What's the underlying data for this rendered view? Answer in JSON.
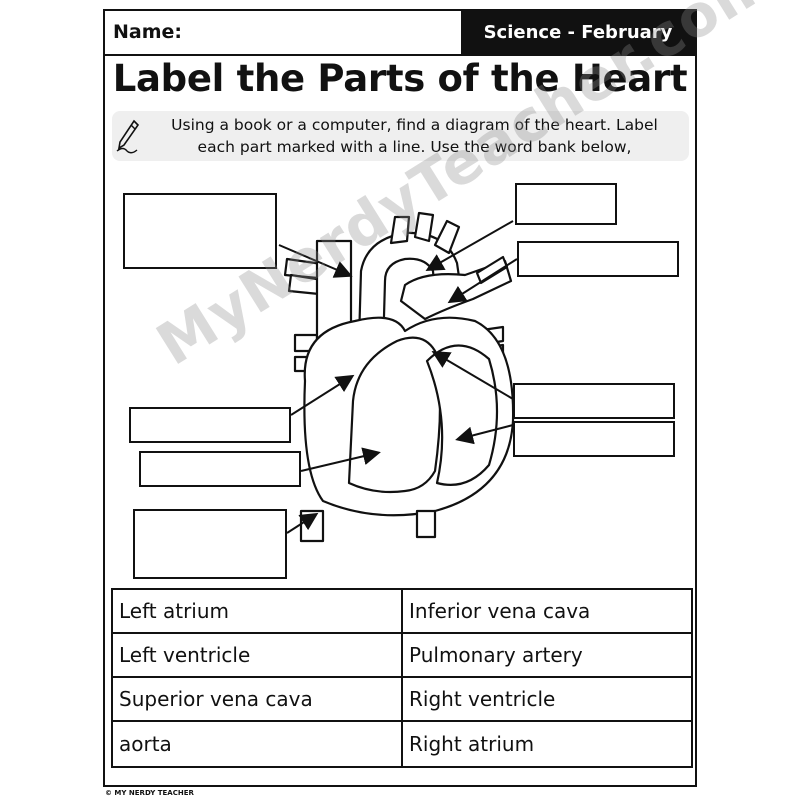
{
  "header": {
    "name_label": "Name:",
    "subject": "Science - February"
  },
  "title": "Label the Parts of the Heart",
  "instructions": {
    "line1": "Using a book or a computer, find a diagram of the heart. Label",
    "line2": "each part marked with a line. Use the word bank below,",
    "icon": "pencil-icon"
  },
  "watermark": "MyNerdyTeacher.com",
  "word_bank": [
    [
      "Left atrium",
      "Inferior vena cava"
    ],
    [
      "Left ventricle",
      "Pulmonary artery"
    ],
    [
      "Superior vena cava",
      "Right ventricle"
    ],
    [
      "aorta",
      "Right atrium"
    ]
  ],
  "copyright": "© MY NERDY TEACHER"
}
